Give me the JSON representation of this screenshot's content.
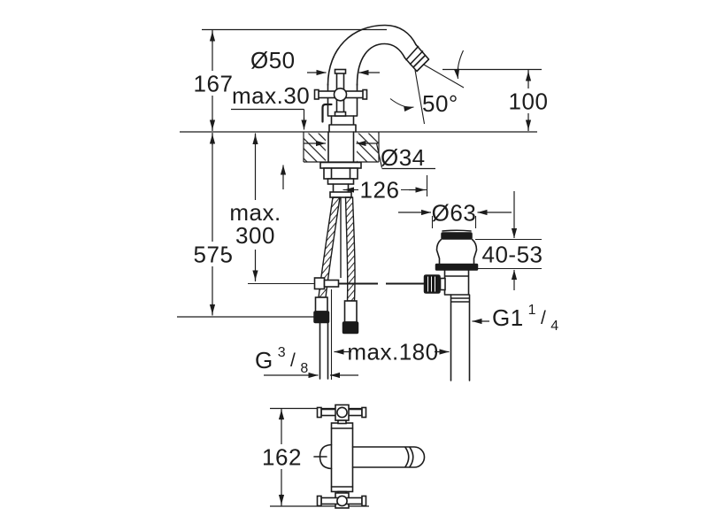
{
  "page": {
    "background": "#ffffff",
    "line_color": "#1c1c1c"
  },
  "front_view": {
    "labels": {
      "spout_outlet_height": "167",
      "deck_thickness_max": "max.30",
      "body_diameter": "Ø50",
      "outlet_angle": "50°",
      "outlet_to_deck": "100",
      "mounting_hole_diameter": "Ø34",
      "waste_offset": "126",
      "hose_length_max_word": "max.",
      "hose_length_max_value": "300",
      "overall_height": "575",
      "waste_flange_diameter": "Ø63",
      "deck_range": "40-53",
      "waste_thread": {
        "prefix": "G1",
        "numerator": "1",
        "slash": "/",
        "denominator": "4"
      },
      "drain_offset_max": "max.180",
      "supply_thread": {
        "prefix": "G",
        "numerator": "3",
        "slash": "/",
        "denominator": "8"
      }
    }
  },
  "top_view": {
    "labels": {
      "depth": "162"
    }
  }
}
